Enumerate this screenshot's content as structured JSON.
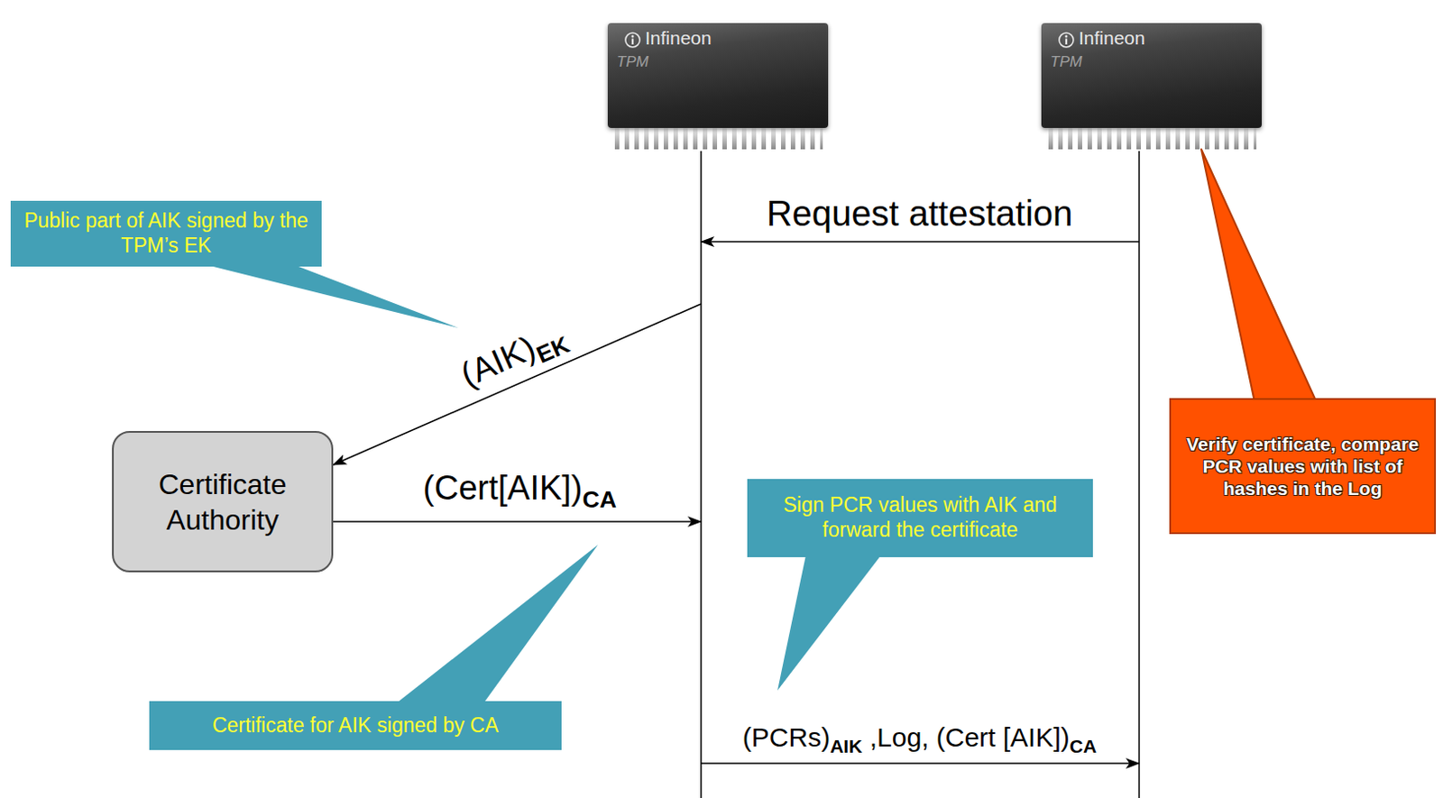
{
  "diagram": {
    "nodes": [
      {
        "text": [
          "Infineon",
          "TPM"
        ]
      },
      {
        "text": [
          "Infineon",
          "TPM"
        ]
      },
      {
        "text": [
          "Public part of AIK signed by the TPM’s EK"
        ]
      },
      {
        "text": [
          "Certificate Authority"
        ]
      },
      {
        "text": [
          "Sign PCR values with AIK and forward the certificate"
        ]
      },
      {
        "text": [
          "Verify certificate, compare PCR values with list of hashes in the Log"
        ]
      },
      {
        "text": [
          "Certificate for AIK signed by CA"
        ]
      }
    ],
    "edges": [
      {
        "from": 1,
        "to": 0,
        "arrow": "to",
        "label": "Request attestation"
      },
      {
        "from": 0,
        "to": 3,
        "arrow": "to",
        "label": "(AIK)EK"
      },
      {
        "from": 3,
        "to": 0,
        "arrow": "to",
        "label": "(Cert[AIK])CA"
      },
      {
        "from": 0,
        "to": 1,
        "arrow": "to",
        "label": "(PCRs)AIK ,Log, (Cert [AIK])CA"
      }
    ]
  }
}
